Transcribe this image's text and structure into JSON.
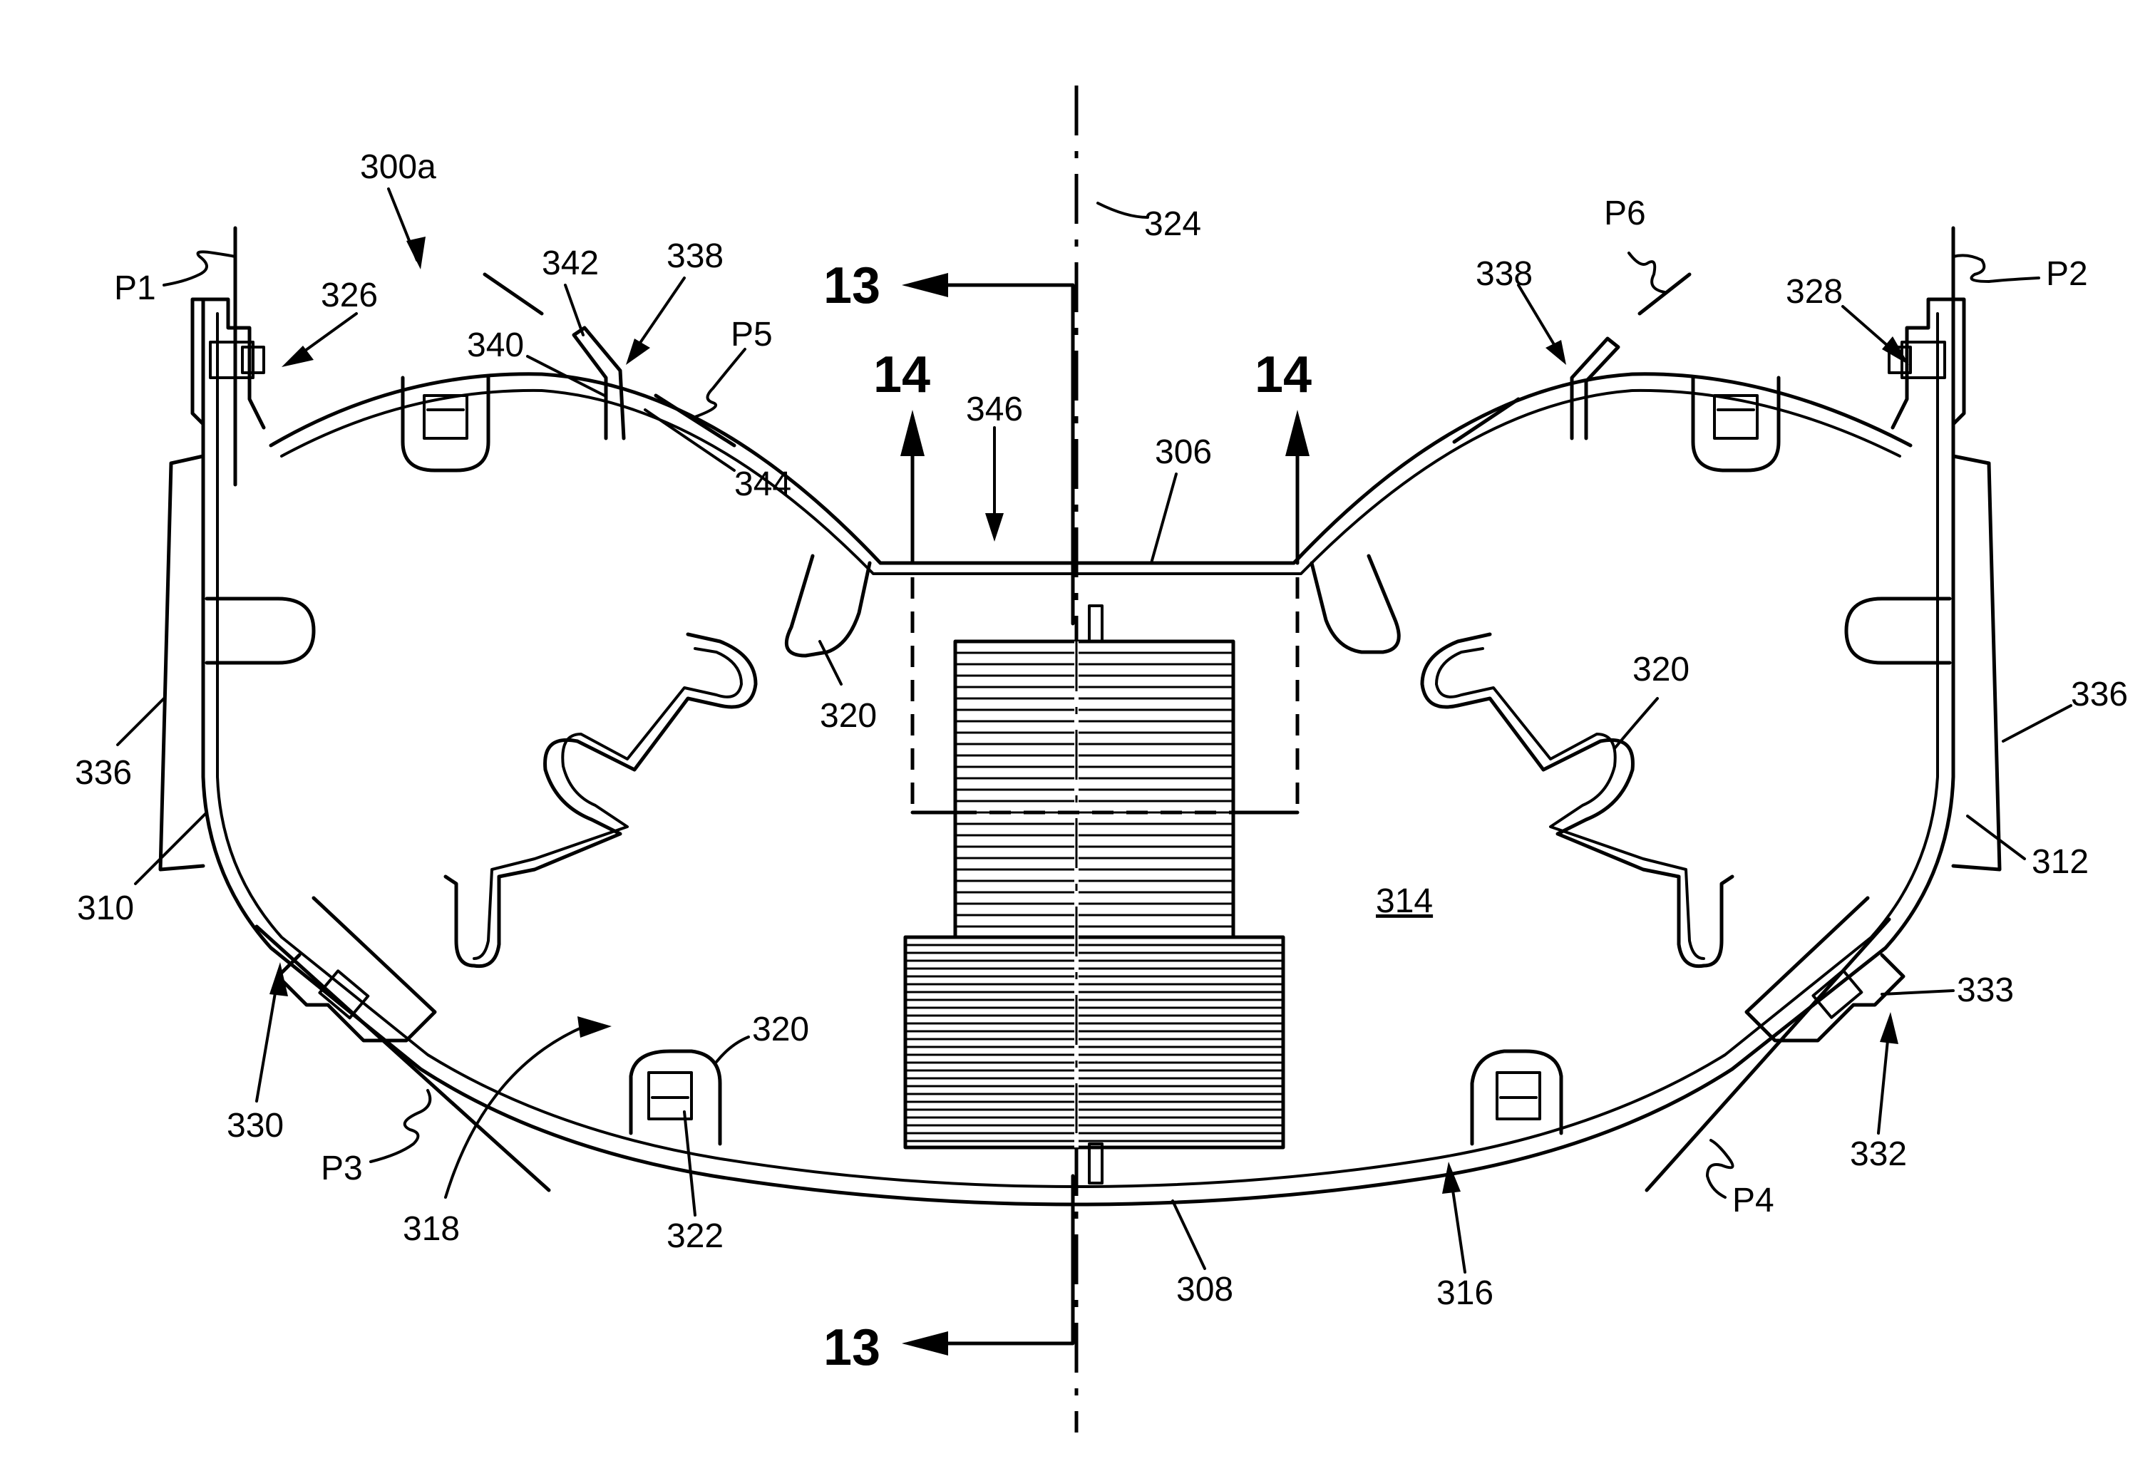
{
  "figure": {
    "labels": {
      "l300a": "300a",
      "l324": "324",
      "l326": "326",
      "l328": "328",
      "l338a": "338",
      "l338b": "338",
      "l342": "342",
      "l340": "340",
      "l344": "344",
      "l346": "346",
      "l306": "306",
      "l320a": "320",
      "l320b": "320",
      "l320c": "320",
      "l322": "322",
      "l310": "310",
      "l312": "312",
      "l336a": "336",
      "l336b": "336",
      "l314": "314",
      "l330": "330",
      "l332": "332",
      "l333": "333",
      "l318": "318",
      "l308": "308",
      "l316": "316",
      "p1": "P1",
      "p2": "P2",
      "p3": "P3",
      "p4": "P4",
      "p5": "P5",
      "p6": "P6"
    },
    "section_marks": {
      "s13_top": "13",
      "s13_bottom": "13",
      "s14_left": "14",
      "s14_right": "14"
    }
  }
}
